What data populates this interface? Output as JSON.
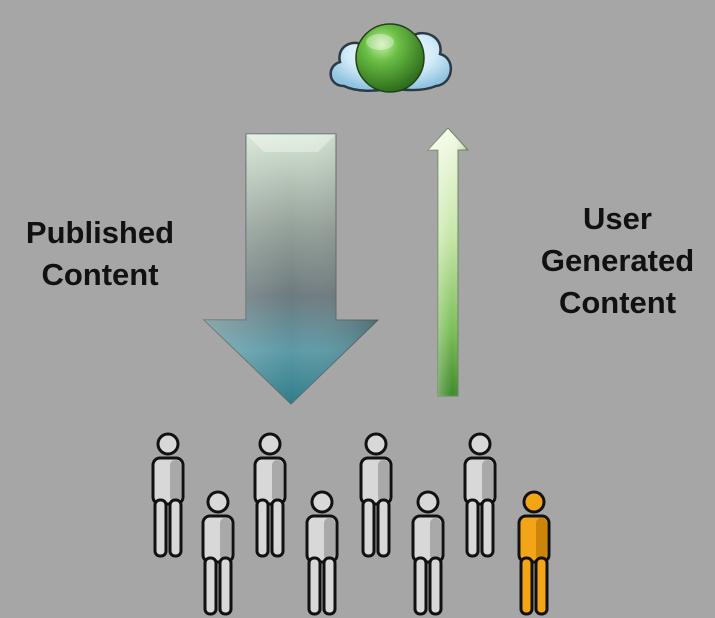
{
  "labels": {
    "published_line1": "Published",
    "published_line2": "Content",
    "ugc_line1": "User",
    "ugc_line2": "Generated",
    "ugc_line3": "Content"
  },
  "icons": {
    "cloud": "cloud-globe-icon",
    "down_arrow": "down-arrow-icon",
    "up_arrow": "up-arrow-icon",
    "person": "person-icon"
  },
  "colors": {
    "background": "#a6a6a6",
    "person_default": "#d8d8d8",
    "person_highlight": "#f2a516",
    "globe": "#5aa83a",
    "cloud": "#bfe3f5"
  },
  "people": [
    {
      "highlight": false
    },
    {
      "highlight": false
    },
    {
      "highlight": false
    },
    {
      "highlight": false
    },
    {
      "highlight": false
    },
    {
      "highlight": false
    },
    {
      "highlight": false
    },
    {
      "highlight": true
    }
  ]
}
